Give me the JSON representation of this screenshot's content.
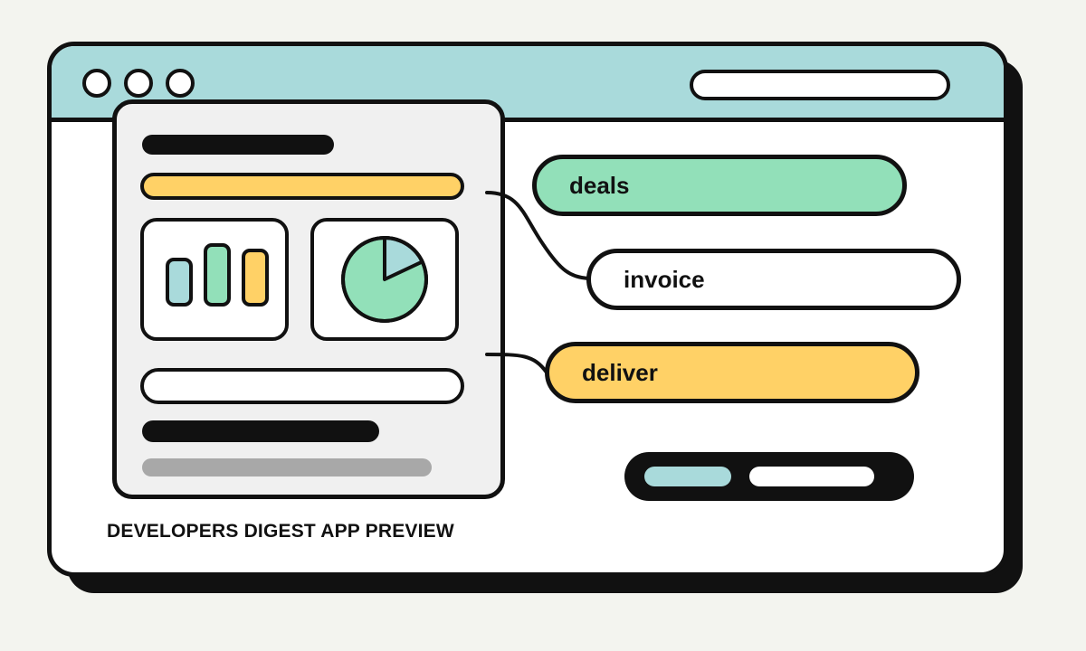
{
  "colors": {
    "background": "#f3f4ef",
    "titlebar": "#a9dadb",
    "outline": "#111111",
    "green": "#92e0b9",
    "yellow": "#ffd166",
    "teal": "#a9dadb",
    "gray": "#a8a8a8",
    "panel": "#f0f0f0",
    "white": "#ffffff"
  },
  "window": {
    "controls": [
      "window-dot-icon",
      "window-dot-icon",
      "window-dot-icon"
    ]
  },
  "preview": {
    "mini_chart": {
      "bars": [
        {
          "color": "#a9dadb"
        },
        {
          "color": "#92e0b9"
        },
        {
          "color": "#ffd166"
        }
      ]
    },
    "pie_chart": {
      "slices": [
        {
          "fraction": 0.82,
          "color": "#92e0b9"
        },
        {
          "fraction": 0.18,
          "color": "#a9dadb"
        }
      ]
    }
  },
  "tags": {
    "deals": "deals",
    "invoice": "invoice",
    "deliver": "deliver"
  },
  "caption": "DEVELOPERS DIGEST APP PREVIEW"
}
